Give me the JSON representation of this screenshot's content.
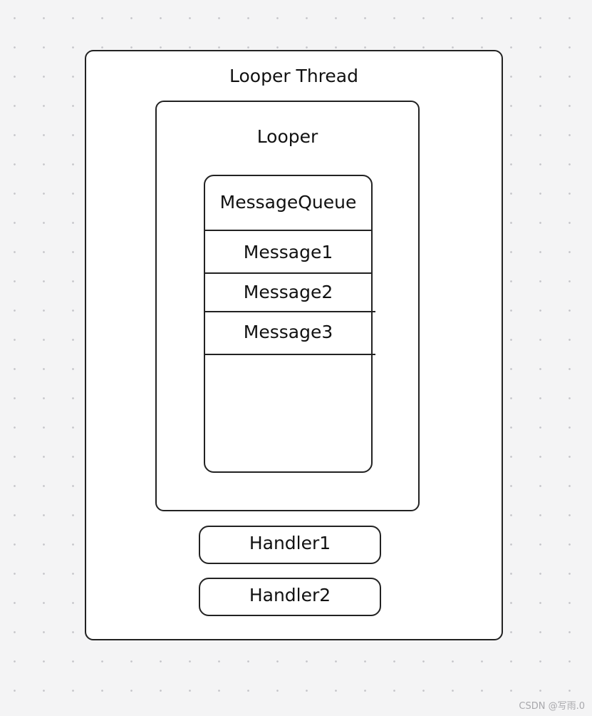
{
  "diagram": {
    "thread": {
      "title": "Looper Thread"
    },
    "looper": {
      "title": "Looper"
    },
    "queue": {
      "title": "MessageQueue",
      "messages": [
        "Message1",
        "Message2",
        "Message3"
      ]
    },
    "handlers": [
      "Handler1",
      "Handler2"
    ]
  },
  "watermark": "CSDN @写雨.0",
  "colors": {
    "canvas": "#f4f4f5",
    "box_fill": "#ffffff",
    "stroke": "#222222",
    "text": "#111111"
  }
}
